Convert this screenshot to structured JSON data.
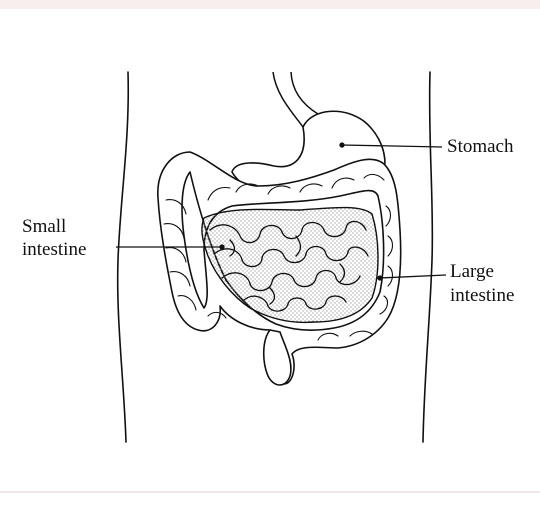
{
  "labels": {
    "stomach": "Stomach",
    "small_intestine_line1": "Small",
    "small_intestine_line2": "intestine",
    "large_intestine_line1": "Large",
    "large_intestine_line2": "intestine"
  },
  "colors": {
    "background": "#ffffff",
    "line": "#111111",
    "stipple": "#9a9a9a",
    "border_band": "#f7eeee"
  }
}
